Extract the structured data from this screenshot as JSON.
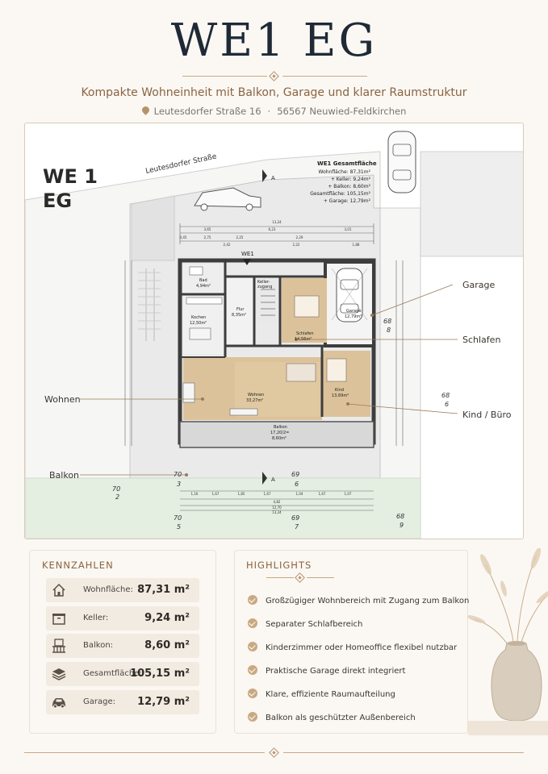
{
  "header": {
    "title": "WE1 EG",
    "subtitle": "Kompakte Wohneinheit mit Balkon, Garage und klarer Raumstruktur",
    "street": "Leutesdorfer Straße 16",
    "separator": "·",
    "city": "56567 Neuwied-Feldkirchen"
  },
  "plan": {
    "street_label": "Leutesdorfer Straße",
    "unit_mark_line1": "WE 1",
    "unit_mark_line2": "EG",
    "entry_label": "WE1",
    "section_marker": "A",
    "area_box": {
      "title": "WE1 Gesamtfläche",
      "line1": "Wohnfläche: 87,31m²",
      "line2": "+ Keller: 9,24m²",
      "line3": "+ Balkon: 8,60m²",
      "line4": "Gesamtfläche: 105,15m²",
      "line5": "+ Garage: 12,79m²"
    },
    "rooms": {
      "bad": "Bad",
      "bad_area": "4,94m²",
      "keller": "Keller-",
      "keller2": "zugang",
      "flur": "Flur",
      "flur_area": "8,35m²",
      "kochen": "Kochen",
      "kochen_area": "12,50m²",
      "schlafen": "Schlafen",
      "schlafen_area": "14,56m²",
      "garage": "Garage",
      "garage_area": "12,79m²",
      "wohnen": "Wohnen",
      "wohnen_area": "33,27m²",
      "kind": "Kind",
      "kind_area": "13,69m²",
      "balkon": "Balkon",
      "balkon_area1": "17,20/2=",
      "balkon_area2": "8,60m²"
    },
    "dims_top": {
      "total": "13,24",
      "d1": "3,65",
      "d2": "6,23",
      "d3": "3,01",
      "d4": "2,75",
      "d5": "2,25",
      "d6": "2,29",
      "d7": "0,45",
      "d8": "2,42",
      "d9": "2,22",
      "d10": "1,88"
    },
    "dims_bottom": {
      "d1": "1,16",
      "d2": "1,67",
      "d3": "1,85",
      "d4": "1,67",
      "d5": "1,04",
      "d6": "1,67",
      "d7": "1,07",
      "d8": "4,82",
      "d9": "12,70",
      "d10": "13,24"
    },
    "parcels": {
      "p1": "70",
      "p1b": "3",
      "p2": "69",
      "p2b": "6",
      "p3": "70",
      "p3b": "2",
      "p4": "70",
      "p4b": "5",
      "p5": "69",
      "p5b": "7",
      "p6": "68",
      "p6b": "9",
      "p7": "68",
      "p7b": "8",
      "p8": "68",
      "p8b": "6"
    },
    "callouts": {
      "garage": "Garage",
      "schlafen": "Schlafen",
      "wohnen": "Wohnen",
      "kind": "Kind / Büro",
      "balkon": "Balkon"
    }
  },
  "kennzahlen": {
    "title": "KENNZAHLEN",
    "rows": [
      {
        "icon": "house-icon",
        "label": "Wohnfläche:",
        "value": "87,31 m²"
      },
      {
        "icon": "box-icon",
        "label": "Keller:",
        "value": "9,24 m²"
      },
      {
        "icon": "balcony-icon",
        "label": "Balkon:",
        "value": "8,60 m²"
      },
      {
        "icon": "layers-icon",
        "label": "Gesamtfläche:",
        "value": "105,15 m²"
      },
      {
        "icon": "car-icon",
        "label": "Garage:",
        "value": "12,79 m²"
      }
    ]
  },
  "highlights": {
    "title": "HIGHLIGHTS",
    "items": [
      "Großzügiger Wohnbereich mit Zugang zum Balkon",
      "Separater Schlafbereich",
      "Kinderzimmer oder Homeoffice flexibel nutzbar",
      "Praktische Garage direkt integriert",
      "Klare, effiziente Raumaufteilung",
      "Balkon als geschützter Außenbereich"
    ]
  },
  "colors": {
    "accent": "#b8916a",
    "title": "#1f2a36",
    "wood": "#dcc29a",
    "wall": "#555555"
  }
}
